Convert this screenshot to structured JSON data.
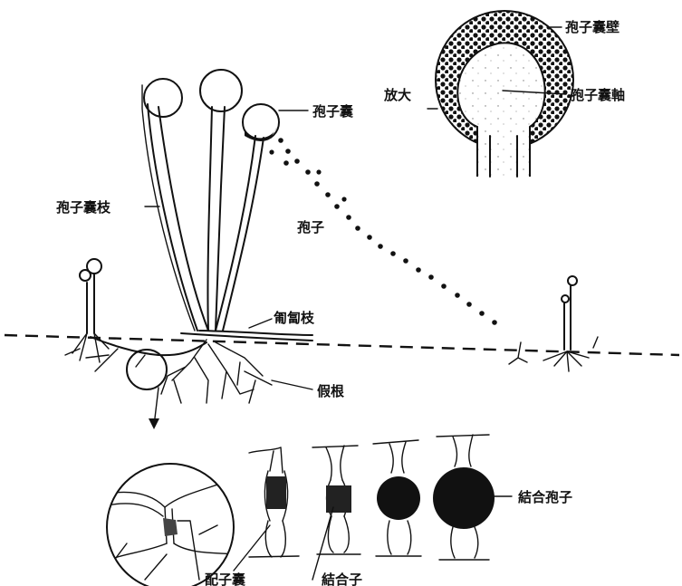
{
  "labels": {
    "sporangium_wall": "孢子囊壁",
    "sporangium": "孢子囊",
    "magnify": "放大",
    "columella": "孢子囊軸",
    "sporangiophore": "孢子囊枝",
    "spore": "孢子",
    "stolon": "匍匐枝",
    "rhizoid": "假根",
    "zygospore": "結合孢子",
    "gametangium": "配子囊",
    "zygote": "結合子"
  },
  "colors": {
    "ink": "#111111",
    "background": "#ffffff"
  }
}
